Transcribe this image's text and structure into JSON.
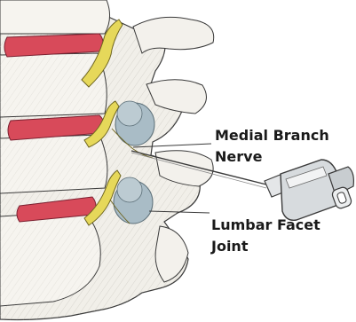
{
  "labels": {
    "medial_branch_line1": "Medial Branch",
    "medial_branch_line2": "Nerve",
    "facet_line1": "Lumbar Facet",
    "facet_line2": "Joint"
  },
  "colors": {
    "disc": "#d84a5a",
    "nerve": "#e6d85a",
    "joint": "#a9bcc6",
    "bone": "#f1efe9",
    "ink": "#3a3a3a"
  }
}
